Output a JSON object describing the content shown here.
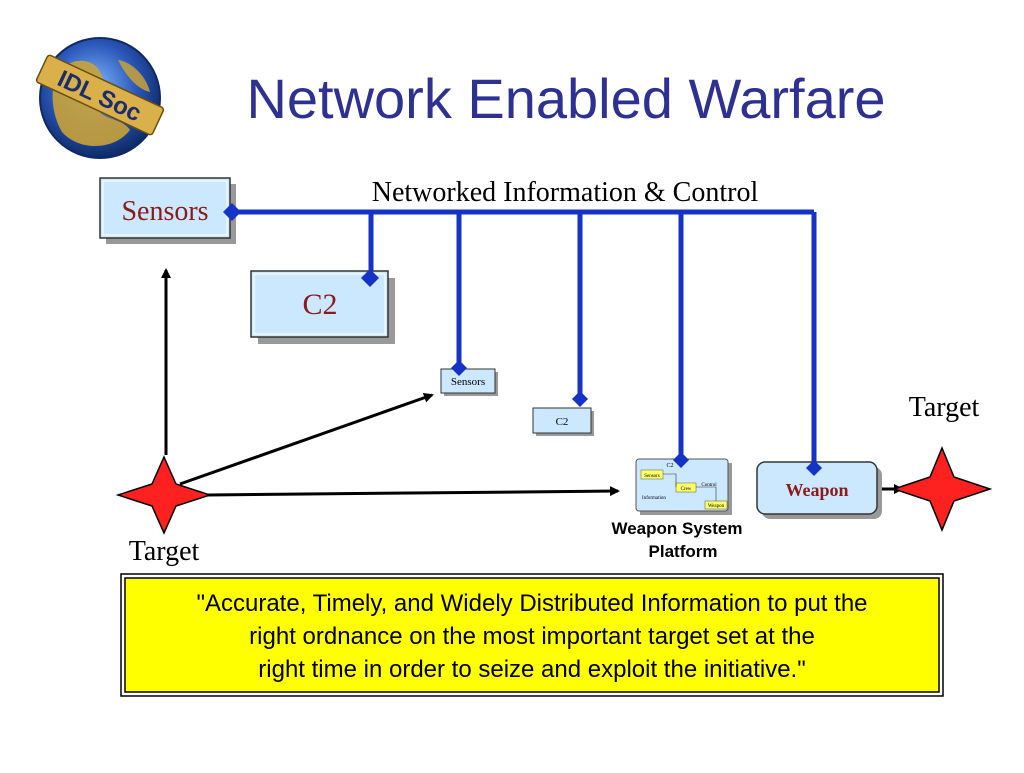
{
  "slide": {
    "title": "Network Enabled Warfare",
    "logo_text": "IDL Soc"
  },
  "diagram": {
    "network_label": "Networked Information & Control",
    "sensors_large": "Sensors",
    "c2_large": "C2",
    "sensors_small": "Sensors",
    "c2_small": "C2",
    "weapon": "Weapon",
    "target_left": "Target",
    "target_right": "Target",
    "platform_caption_line1": "Weapon System",
    "platform_caption_line2": "Platform",
    "mini": {
      "sensors": "Sensors",
      "c2": "C2",
      "control": "Control",
      "information": "Information",
      "crew": "Crew",
      "weapon": "Weapon"
    }
  },
  "quote": {
    "line1": "\"Accurate, Timely, and Widely Distributed Information to put the",
    "line2": "right ordnance on the most important target set at the",
    "line3": "right time in order to seize and exploit the initiative.\""
  },
  "colors": {
    "title": "#2E3192",
    "network": "#1533C6",
    "box_fill": "#CCE8FF",
    "quote_fill": "#FFFF00",
    "target": "#FF2020",
    "label_dark_red": "#8B1A1A"
  }
}
